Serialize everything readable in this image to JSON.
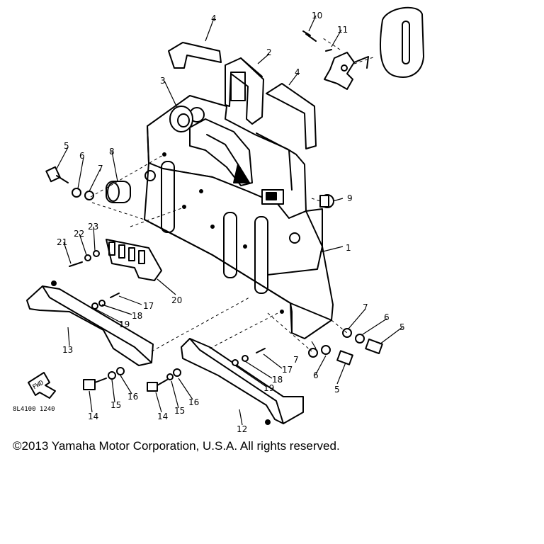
{
  "diagram": {
    "part_numbers": [
      "1",
      "2",
      "3",
      "4",
      "4",
      "5",
      "5",
      "5",
      "6",
      "6",
      "6",
      "7",
      "7",
      "7",
      "8",
      "9",
      "10",
      "11",
      "12",
      "13",
      "14",
      "14",
      "15",
      "15",
      "16",
      "16",
      "17",
      "17",
      "18",
      "18",
      "19",
      "19",
      "20",
      "21",
      "22",
      "23"
    ],
    "fwd_label": "FWD",
    "drawing_code": "8L4100 1240"
  },
  "footer": {
    "copyright": "©2013 Yamaha Motor Corporation, U.S.A. All rights reserved."
  }
}
